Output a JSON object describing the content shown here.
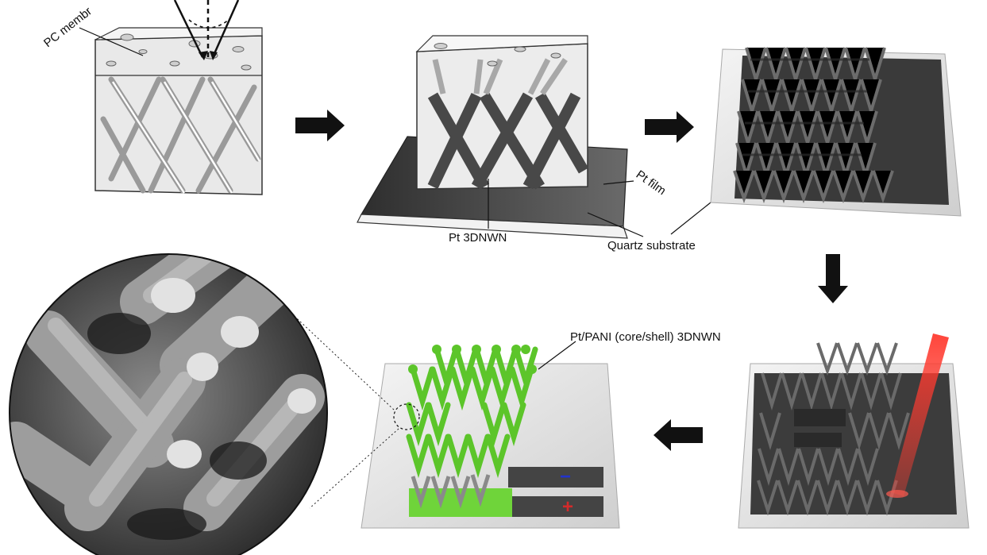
{
  "labels": {
    "pc_membrane": "PC membr",
    "pt_film": "Pt film",
    "pt_3dnwn": "Pt 3DNWN",
    "quartz_substrate": "Quartz substrate",
    "pt_pani": "Pt/PANI (core/shell) 3DNWN",
    "minus": "−",
    "plus": "+"
  },
  "colors": {
    "wire_dark": "#4a4a4a",
    "membrane": "#e6e6e6",
    "film": "#3c3c3c",
    "pani_green": "#6fd43a",
    "laser_red": "#e8312a",
    "electrode_minus": "#2233cc",
    "electrode_plus": "#d42a2a"
  },
  "arrows": [
    "arrow-right",
    "arrow-right",
    "arrow-down",
    "arrow-left"
  ]
}
